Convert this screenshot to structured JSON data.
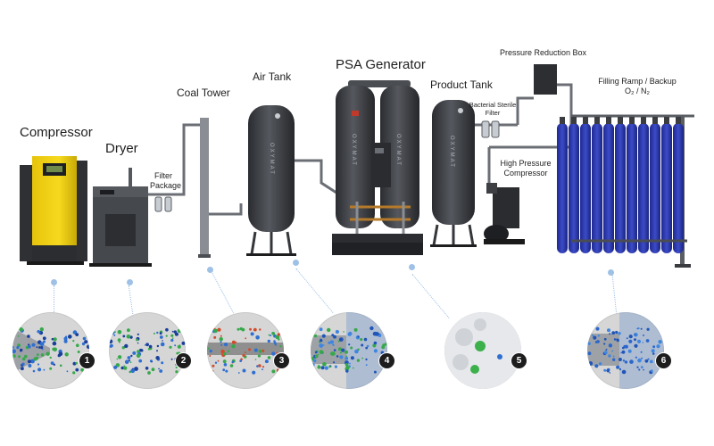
{
  "labels": {
    "compressor": "Compressor",
    "dryer": "Dryer",
    "filter_package_1": "Filter",
    "filter_package_2": "Package",
    "coal_tower": "Coal Tower",
    "air_tank": "Air Tank",
    "psa_generator": "PSA Generator",
    "product_tank": "Product Tank",
    "sterile_filter_1": "Bacterial Sterile",
    "sterile_filter_2": "Filter",
    "pressure_reduction_box": "Pressure Reduction Box",
    "high_pressure_1": "High Pressure",
    "high_pressure_2": "Compressor",
    "filling_ramp_1": "Filling Ramp / Backup",
    "filling_ramp_2": "O₂ / N₂",
    "tank_brand": "OXYMAT"
  },
  "steps": [
    "1",
    "2",
    "3",
    "4",
    "5",
    "6"
  ],
  "colors": {
    "equipment": "#3d3f43",
    "compressor_yellow": "#f2d00f",
    "cylinder_blue": "#2c3aa8",
    "pipe": "#6b6f75",
    "connector": "#9fc1e6"
  }
}
